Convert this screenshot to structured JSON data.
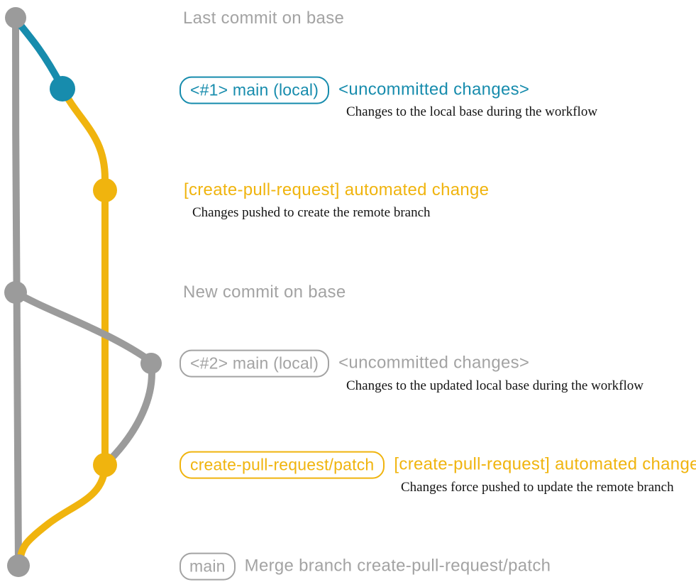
{
  "colors": {
    "gray": "#9b9b9b",
    "gray_text": "#a3a3a3",
    "teal": "#178cad",
    "yellow": "#f0b40e",
    "description_text": "#141414",
    "background": "#ffffff"
  },
  "rows": {
    "last_commit": {
      "label": "Last commit on base"
    },
    "main_local_1": {
      "branch_tag": "<#1> main (local)",
      "status": "<uncommitted changes>",
      "description": "Changes to the local base during the workflow"
    },
    "automated_change_1": {
      "label": "[create-pull-request] automated change",
      "description": "Changes pushed to create the remote branch"
    },
    "new_commit": {
      "label": "New commit on base"
    },
    "main_local_2": {
      "branch_tag": "<#2> main (local)",
      "status": "<uncommitted changes>",
      "description": "Changes to the updated local base during the workflow"
    },
    "patch_branch": {
      "branch_tag": "create-pull-request/patch",
      "label": "[create-pull-request] automated change",
      "description": "Changes force pushed to update the remote branch"
    },
    "merge": {
      "branch_tag": "main",
      "label": "Merge branch create-pull-request/patch"
    }
  }
}
